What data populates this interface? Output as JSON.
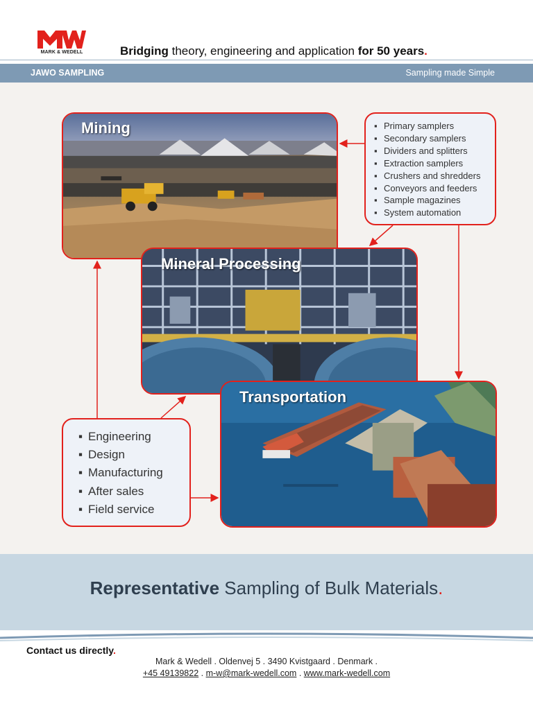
{
  "brand": {
    "logo_text": "MARK & WEDELL",
    "color_red": "#e2211c",
    "color_band": "#7e9ab4"
  },
  "header": {
    "tagline_bold_1": "Bridging",
    "tagline_mid": " theory, engineering and application ",
    "tagline_bold_2": "for 50 years",
    "tagline_dot": "."
  },
  "band": {
    "left": "JAWO SAMPLING",
    "right": "Sampling made Simple"
  },
  "photos": {
    "mining": "Mining",
    "processing": "Mineral Processing",
    "transport": "Transportation"
  },
  "products": [
    "Primary samplers",
    "Secondary samplers",
    "Dividers and splitters",
    "Extraction samplers",
    "Crushers and shredders",
    "Conveyors and feeders",
    "Sample magazines",
    "System automation"
  ],
  "services": [
    "Engineering",
    "Design",
    "Manufacturing",
    "After sales",
    "Field service"
  ],
  "slogan": {
    "bold": "Representative",
    "rest": " Sampling of Bulk Materials",
    "dot": "."
  },
  "footer": {
    "contact": "Contact us directly",
    "contact_dot": ".",
    "address": "Mark & Wedell . Oldenvej 5 . 3490 Kvistgaard . Denmark .",
    "phone": "+45 49139822",
    "email": "m-w@mark-wedell.com",
    "web": "www.mark-wedell.com",
    "sep": " . "
  }
}
